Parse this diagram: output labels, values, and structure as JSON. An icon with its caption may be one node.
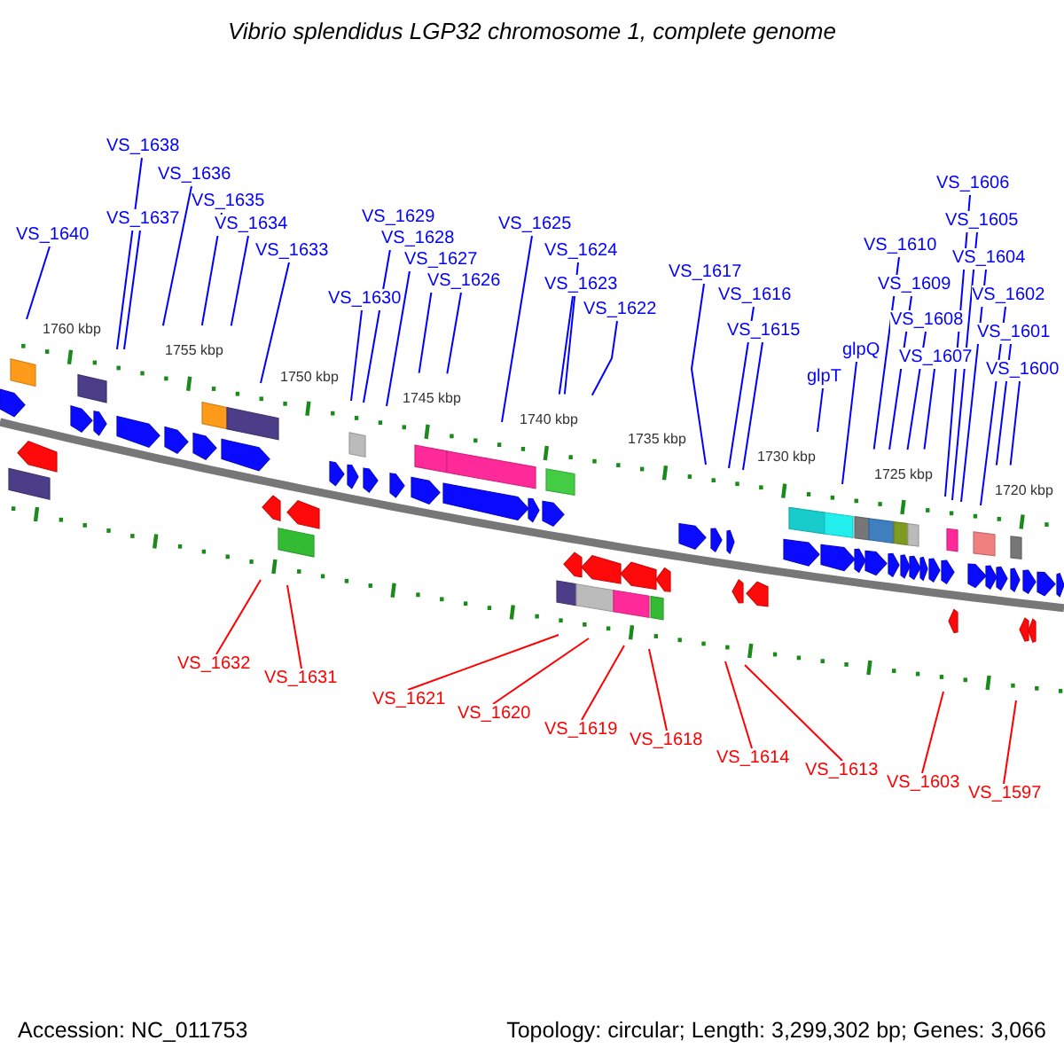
{
  "diagram": {
    "title": "Vibrio splendidus LGP32 chromosome 1, complete genome",
    "nodes": [
      {
        "text": [
          "VS_1640"
        ]
      },
      {
        "text": [
          "VS_1638"
        ]
      },
      {
        "text": [
          "VS_1637"
        ]
      },
      {
        "text": [
          "VS_1636"
        ]
      },
      {
        "text": [
          "VS_1635"
        ]
      },
      {
        "text": [
          "VS_1634"
        ]
      },
      {
        "text": [
          "VS_1633"
        ]
      },
      {
        "text": [
          "VS_1630"
        ]
      },
      {
        "text": [
          "VS_1629"
        ]
      },
      {
        "text": [
          "VS_1628"
        ]
      },
      {
        "text": [
          "VS_1627"
        ]
      },
      {
        "text": [
          "VS_1626"
        ]
      },
      {
        "text": [
          "VS_1625"
        ]
      },
      {
        "text": [
          "VS_1624"
        ]
      },
      {
        "text": [
          "VS_1623"
        ]
      },
      {
        "text": [
          "VS_1622"
        ]
      },
      {
        "text": [
          "VS_1617"
        ]
      },
      {
        "text": [
          "VS_1616"
        ]
      },
      {
        "text": [
          "VS_1615"
        ]
      },
      {
        "text": [
          "glpT"
        ]
      },
      {
        "text": [
          "glpQ"
        ]
      },
      {
        "text": [
          "VS_1610"
        ]
      },
      {
        "text": [
          "VS_1609"
        ]
      },
      {
        "text": [
          "VS_1608"
        ]
      },
      {
        "text": [
          "VS_1607"
        ]
      },
      {
        "text": [
          "VS_1606"
        ]
      },
      {
        "text": [
          "VS_1605"
        ]
      },
      {
        "text": [
          "VS_1604"
        ]
      },
      {
        "text": [
          "VS_1602"
        ]
      },
      {
        "text": [
          "VS_1601"
        ]
      },
      {
        "text": [
          "VS_1600"
        ]
      },
      {
        "text": [
          "VS_1632"
        ]
      },
      {
        "text": [
          "VS_1631"
        ]
      },
      {
        "text": [
          "VS_1621"
        ]
      },
      {
        "text": [
          "VS_1620"
        ]
      },
      {
        "text": [
          "VS_1619"
        ]
      },
      {
        "text": [
          "VS_1618"
        ]
      },
      {
        "text": [
          "VS_1614"
        ]
      },
      {
        "text": [
          "VS_1613"
        ]
      },
      {
        "text": [
          "VS_1603"
        ]
      },
      {
        "text": [
          "VS_1597"
        ]
      }
    ],
    "edges": [
      {
        "from": 0,
        "to": null,
        "arrow": "none"
      },
      {
        "from": 1,
        "to": null,
        "arrow": "none"
      },
      {
        "from": 2,
        "to": null,
        "arrow": "none"
      },
      {
        "from": 3,
        "to": null,
        "arrow": "none"
      },
      {
        "from": 4,
        "to": null,
        "arrow": "none"
      },
      {
        "from": 5,
        "to": null,
        "arrow": "none"
      },
      {
        "from": 6,
        "to": null,
        "arrow": "none"
      },
      {
        "from": 7,
        "to": null,
        "arrow": "none"
      },
      {
        "from": 8,
        "to": null,
        "arrow": "none"
      },
      {
        "from": 9,
        "to": null,
        "arrow": "none"
      },
      {
        "from": 10,
        "to": null,
        "arrow": "none"
      },
      {
        "from": 11,
        "to": null,
        "arrow": "none"
      },
      {
        "from": 12,
        "to": null,
        "arrow": "none"
      },
      {
        "from": 13,
        "to": null,
        "arrow": "none"
      },
      {
        "from": 14,
        "to": null,
        "arrow": "none"
      },
      {
        "from": 15,
        "to": null,
        "arrow": "none"
      },
      {
        "from": 16,
        "to": null,
        "arrow": "none"
      },
      {
        "from": 17,
        "to": null,
        "arrow": "none"
      },
      {
        "from": 18,
        "to": null,
        "arrow": "none"
      },
      {
        "from": 19,
        "to": null,
        "arrow": "none"
      },
      {
        "from": 20,
        "to": null,
        "arrow": "none"
      },
      {
        "from": 21,
        "to": null,
        "arrow": "none"
      },
      {
        "from": 22,
        "to": null,
        "arrow": "none"
      },
      {
        "from": 23,
        "to": null,
        "arrow": "none"
      },
      {
        "from": 24,
        "to": null,
        "arrow": "none"
      },
      {
        "from": 25,
        "to": null,
        "arrow": "none"
      },
      {
        "from": 26,
        "to": null,
        "arrow": "none"
      },
      {
        "from": 27,
        "to": null,
        "arrow": "none"
      },
      {
        "from": 28,
        "to": null,
        "arrow": "none"
      },
      {
        "from": 29,
        "to": null,
        "arrow": "none"
      },
      {
        "from": 30,
        "to": null,
        "arrow": "none"
      },
      {
        "from": 31,
        "to": null,
        "arrow": "none",
        "color": "#ff0000"
      },
      {
        "from": 32,
        "to": null,
        "arrow": "none",
        "color": "#ff0000"
      },
      {
        "from": 33,
        "to": null,
        "arrow": "none",
        "color": "#ff0000"
      },
      {
        "from": 34,
        "to": null,
        "arrow": "none",
        "color": "#ff0000"
      },
      {
        "from": 35,
        "to": null,
        "arrow": "none",
        "color": "#ff0000"
      },
      {
        "from": 36,
        "to": null,
        "arrow": "none",
        "color": "#ff0000"
      },
      {
        "from": 37,
        "to": null,
        "arrow": "none",
        "color": "#ff0000"
      },
      {
        "from": 38,
        "to": null,
        "arrow": "none",
        "color": "#ff0000"
      },
      {
        "from": 39,
        "to": null,
        "arrow": "none",
        "color": "#ff0000"
      },
      {
        "from": 40,
        "to": null,
        "arrow": "none",
        "color": "#ff0000"
      }
    ],
    "labels": [
      "1760 kbp",
      "1755 kbp",
      "1750 kbp",
      "1745 kbp",
      "1740 kbp",
      "1735 kbp",
      "1730 kbp",
      "1725 kbp",
      "1720 kbp",
      "Accession: NC_011753",
      "Topology: circular; Length: 3,299,302 bp; Genes: 3,066"
    ]
  }
}
